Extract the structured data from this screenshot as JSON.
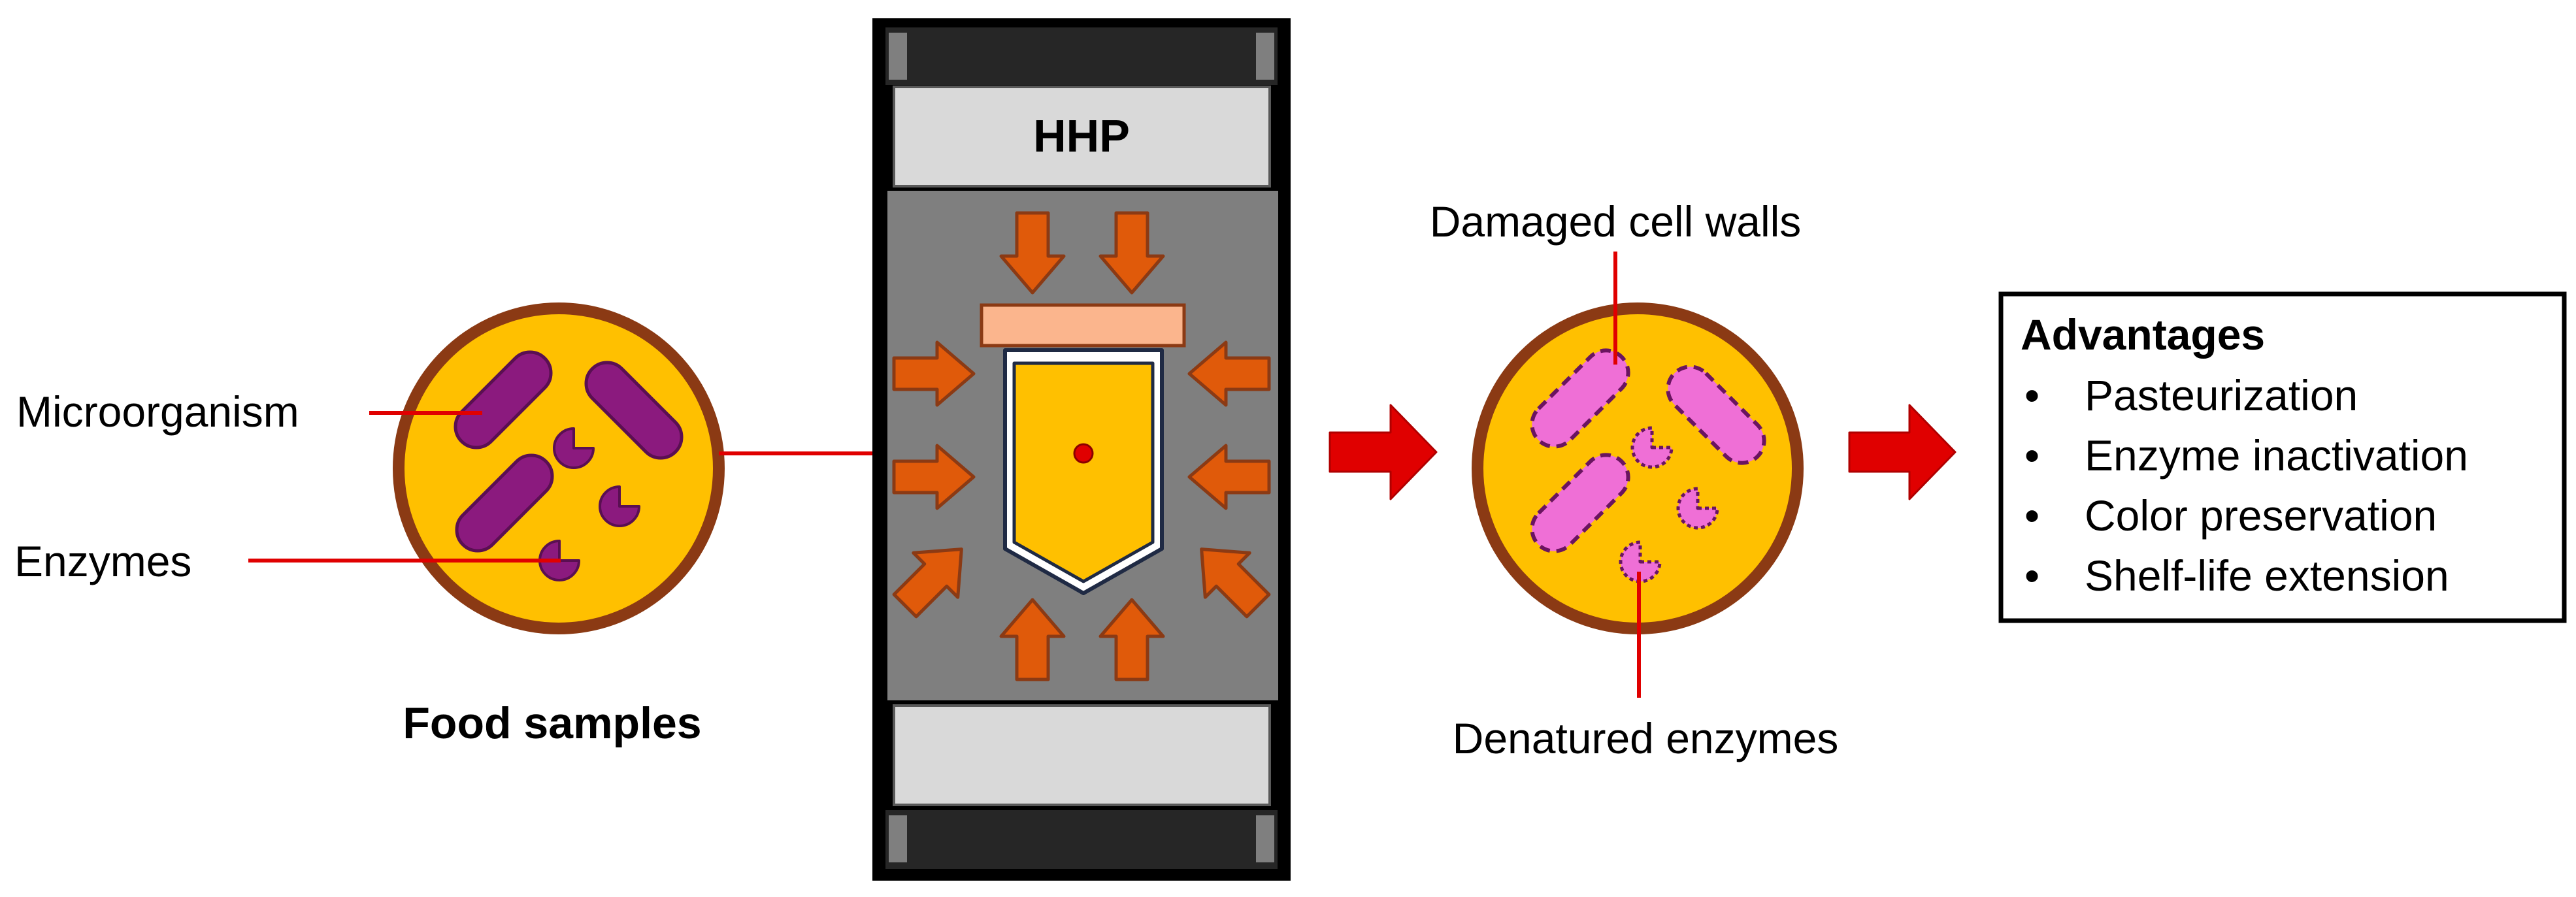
{
  "food_samples": {
    "title": "Food samples",
    "label_microorganism": "Microorganism",
    "label_enzymes": "Enzymes"
  },
  "vessel": {
    "title": "HHP"
  },
  "treated_sample": {
    "label_cell_walls": "Damaged cell walls",
    "label_enzymes": "Denatured enzymes"
  },
  "advantages": {
    "title": "Advantages",
    "bullet": "•",
    "items": [
      "Pasteurization",
      "Enzyme inactivation",
      "Color preservation",
      "Shelf-life extension"
    ]
  },
  "colors": {
    "food_fill": "#ffc000",
    "food_ring": "#8b3a14",
    "microbe": "#8b1a7e",
    "microbe_damaged": "#ef6fd6",
    "arrow_pressure": "#e05a0a",
    "arrow_flow": "#e00000",
    "leader": "#e00000",
    "vessel_dark": "#000000",
    "chamber": "#7f7f7f",
    "plate": "#d9d9d9",
    "lid": "#fbb58d"
  }
}
